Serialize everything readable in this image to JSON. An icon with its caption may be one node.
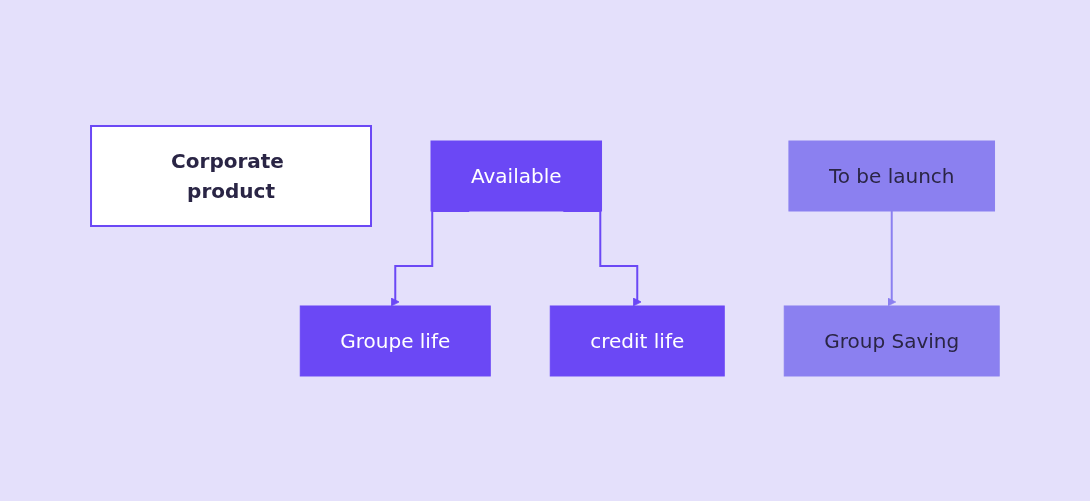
{
  "diagram": {
    "nodes": [
      {
        "text": [
          "Corporate product"
        ]
      },
      {
        "text": [
          "Available"
        ]
      },
      {
        "text": [
          "To be launch"
        ]
      },
      {
        "text": [
          "Groupe life"
        ]
      },
      {
        "text": [
          "credit life"
        ]
      },
      {
        "text": [
          "Group Saving"
        ]
      }
    ],
    "edges": [
      {
        "from": 1,
        "to": 3,
        "arrow": "to"
      },
      {
        "from": 1,
        "to": 4,
        "arrow": "to"
      },
      {
        "from": 2,
        "to": 5,
        "arrow": "to",
        "color": "#8b80f0"
      }
    ]
  }
}
